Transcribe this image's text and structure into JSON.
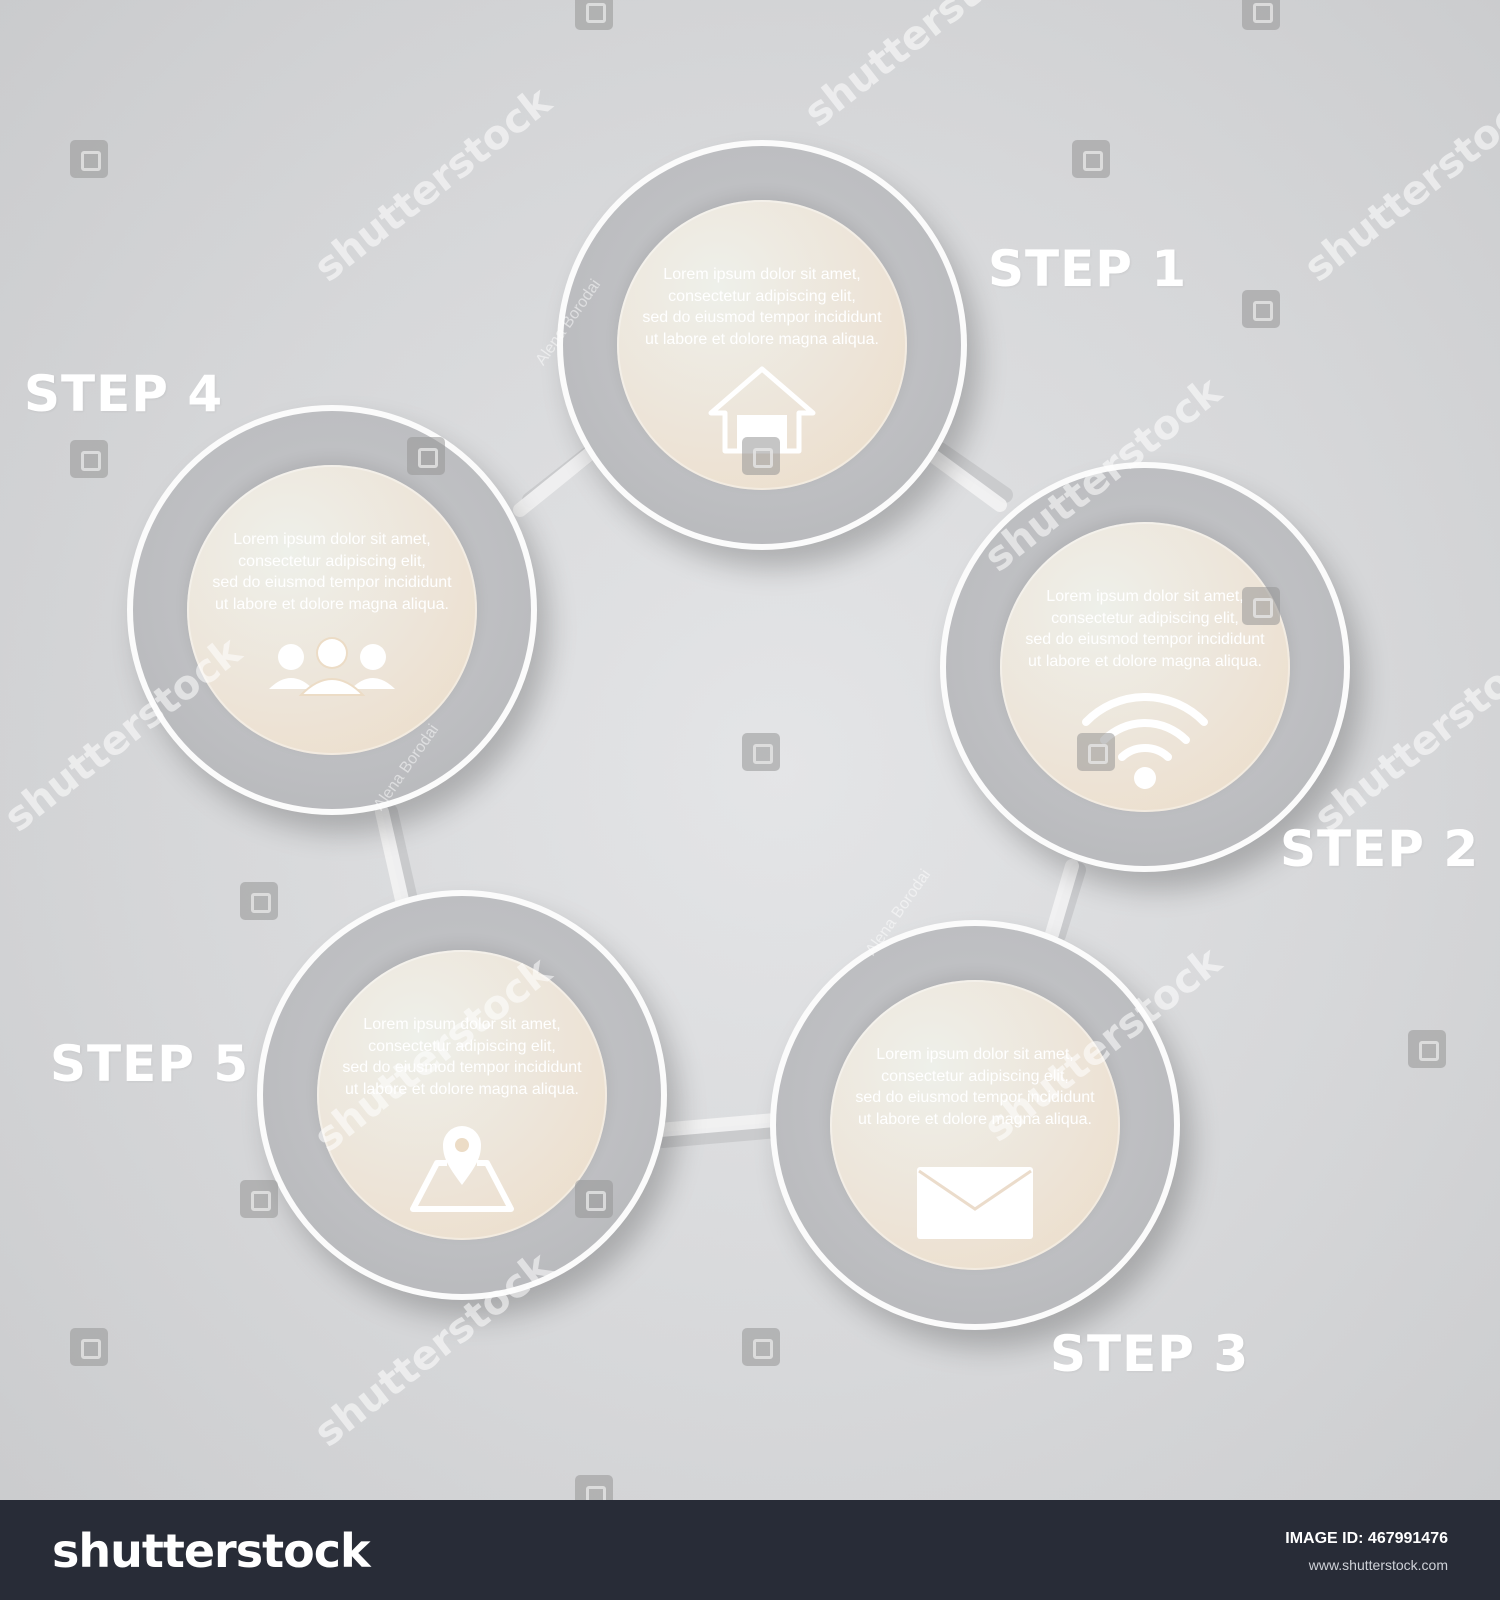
{
  "steps": [
    {
      "label": "STEP 1",
      "icon": "home-icon",
      "lines": [
        "Lorem ipsum dolor sit amet,",
        "consectetur adipiscing elit,",
        "sed do eiusmod tempor incididunt",
        "ut labore et dolore magna aliqua."
      ]
    },
    {
      "label": "STEP 2",
      "icon": "wifi-icon",
      "lines": [
        "Lorem ipsum dolor sit amet,",
        "consectetur adipiscing elit,",
        "sed do eiusmod tempor incididunt",
        "ut labore et dolore magna aliqua."
      ]
    },
    {
      "label": "STEP 3",
      "icon": "envelope-icon",
      "lines": [
        "Lorem ipsum dolor sit amet,",
        "consectetur adipiscing elit,",
        "sed do eiusmod tempor incididunt",
        "ut labore et dolore magna aliqua."
      ]
    },
    {
      "label": "STEP 4",
      "icon": "people-icon",
      "lines": [
        "Lorem ipsum dolor sit amet,",
        "consectetur adipiscing elit,",
        "sed do eiusmod tempor incididunt",
        "ut labore et dolore magna aliqua."
      ]
    },
    {
      "label": "STEP 5",
      "icon": "map-pin-icon",
      "lines": [
        "Lorem ipsum dolor sit amet,",
        "consectetur adipiscing elit,",
        "sed do eiusmod tempor incididunt",
        "ut labore et dolore magna aliqua."
      ]
    }
  ],
  "watermark": {
    "brand": "shutterstock",
    "author": "Alena Borodai"
  },
  "footer": {
    "logo": "shutterstock",
    "image_id": "IMAGE ID: 467991476",
    "site": "www.shutterstock.com"
  },
  "colors": {
    "background": "#d6d7d9",
    "ring": "#bdbec1",
    "inner": "#ede4d8",
    "footer": "#282c37"
  }
}
